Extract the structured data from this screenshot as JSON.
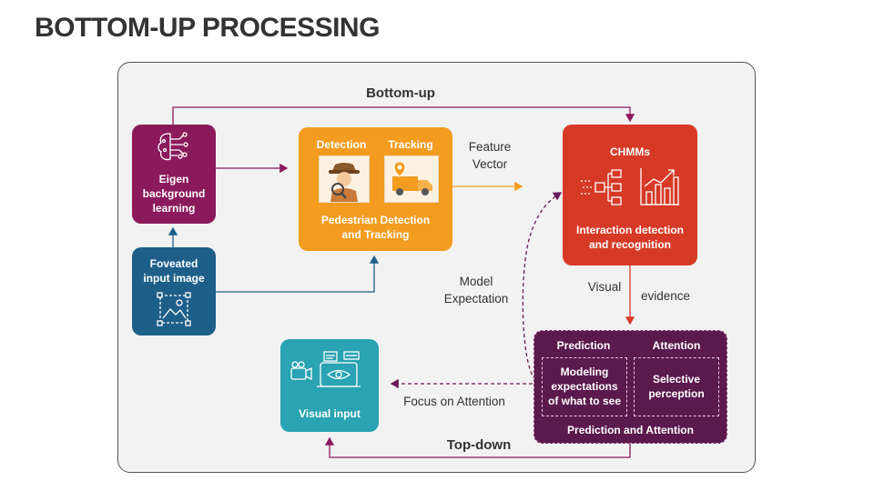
{
  "title": "BOTTOM-UP PROCESSING",
  "labels": {
    "bottom_up": "Bottom-up",
    "top_down": "Top-down",
    "feature_vector_1": "Feature",
    "feature_vector_2": "Vector",
    "model_expectation_1": "Model",
    "model_expectation_2": "Expectation",
    "visual": "Visual",
    "evidence": "evidence",
    "focus_on_attention": "Focus on Attention"
  },
  "nodes": {
    "eigen": {
      "line1": "Eigen",
      "line2": "background",
      "line3": "learning",
      "color": "#8b1a5c"
    },
    "foveated": {
      "line1": "Foveated",
      "line2": "input image",
      "color": "#1e5f8a"
    },
    "pedestrian": {
      "detection": "Detection",
      "tracking": "Tracking",
      "line1": "Pedestrian Detection",
      "line2": "and Tracking",
      "color": "#f39c1f"
    },
    "chmms": {
      "title": "CHMMs",
      "line1": "Interaction detection",
      "line2": "and recognition",
      "color": "#d63a27"
    },
    "visual_input": {
      "label": "Visual input",
      "color": "#2aa3b2"
    },
    "prediction": {
      "prediction_header": "Prediction",
      "attention_header": "Attention",
      "left_1": "Modeling",
      "left_2": "expectations",
      "left_3": "of what to see",
      "right_1": "Selective",
      "right_2": "perception",
      "footer": "Prediction and Attention",
      "color": "#5b1a4e"
    }
  },
  "colors": {
    "bottom_up_line": "#8b1a5c",
    "feature_arrow": "#f39c1f",
    "foveated_line": "#1e5f8a",
    "evidence_arrow": "#d63a27",
    "dashed": "#6b1a5a"
  }
}
